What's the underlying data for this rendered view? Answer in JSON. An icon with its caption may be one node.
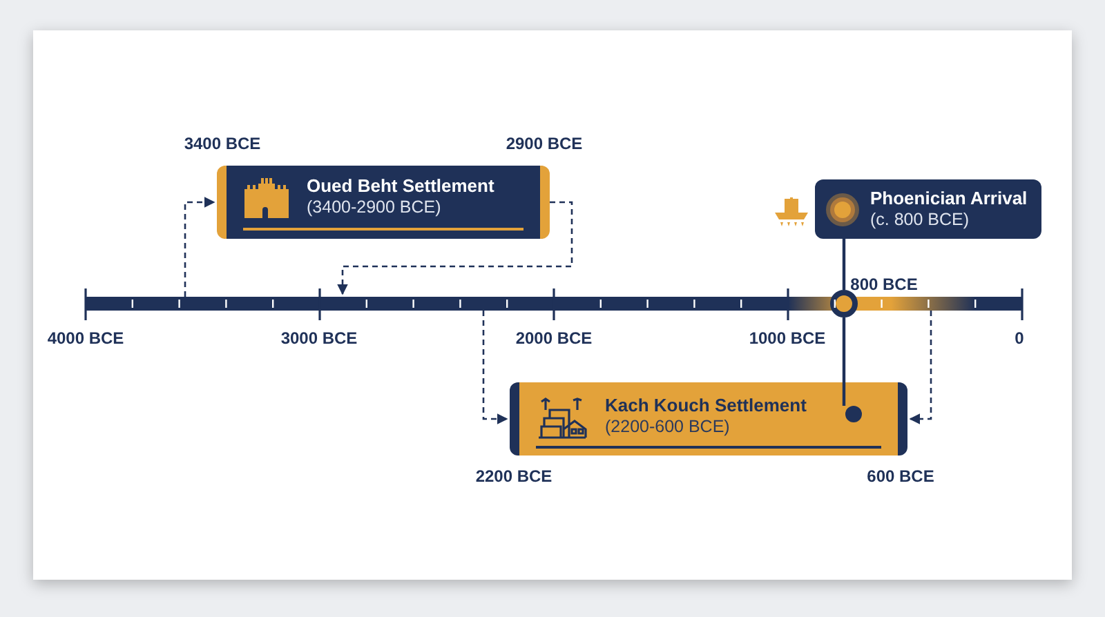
{
  "diagram": {
    "nodes": [
      {
        "text": [
          "Oued Beht Settlement",
          "(3400-2900 BCE)"
        ]
      },
      {
        "text": [
          "Phoenician Arrival",
          "(c. 800 BCE)"
        ]
      },
      {
        "text": [
          "Kach Kouch Settlement",
          "(2200-600 BCE)"
        ]
      },
      {
        "text": [],
        "shape": "bar"
      },
      {
        "text": [],
        "shape": "circle",
        "beside": [
          "800 BCE"
        ]
      },
      {
        "text": [],
        "shape": "circle",
        "in": 2
      }
    ],
    "edges": [
      {
        "from": 3,
        "to": 0,
        "arrow": "to",
        "style": "dashed"
      },
      {
        "from": 0,
        "to": 3,
        "arrow": "to",
        "style": "dashed"
      },
      {
        "from": 3,
        "to": 2,
        "arrow": "to",
        "style": "dashed"
      },
      {
        "from": 3,
        "to": 2,
        "arrow": "to",
        "style": "dashed"
      },
      {
        "from": 1,
        "to": 4,
        "arrow": "none"
      },
      {
        "from": 4,
        "to": 5,
        "arrow": "none"
      }
    ],
    "labels": [
      "3400 BCE",
      "2900 BCE",
      "4000 BCE",
      "3000 BCE",
      "2000 BCE",
      "1000 BCE",
      "0",
      "2200 BCE",
      "600 BCE"
    ]
  }
}
